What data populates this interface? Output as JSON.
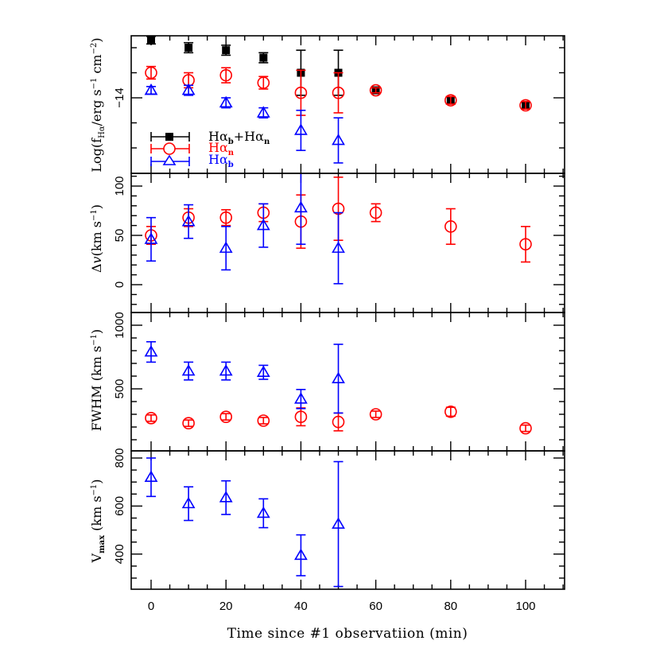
{
  "chart_data": {
    "type": "scatter",
    "layout": "4 vertically stacked panels sharing x-axis, error bars on all points",
    "xlabel": "Time since #1 observatiion (min)",
    "xlim": [
      -5,
      110
    ],
    "xticks": [
      0,
      20,
      40,
      60,
      80,
      100
    ],
    "colors": {
      "total": "#000000",
      "narrow": "#ff0000",
      "broad": "#0000ff"
    },
    "legend": {
      "position": "lower-left of top panel",
      "entries": [
        {
          "label": "Hα_b+Hα_n",
          "marker": "filled-square",
          "color": "#000000"
        },
        {
          "label": "Hα_n",
          "marker": "open-circle",
          "color": "#ff0000"
        },
        {
          "label": "Hα_b",
          "marker": "open-triangle",
          "color": "#0000ff"
        }
      ]
    },
    "panels": [
      {
        "id": "flux",
        "ylabel": "Log(f_Hα/erg s⁻¹ cm⁻²)",
        "ylim": [
          -14.3,
          -13.75
        ],
        "yticks_labeled": [
          -14
        ],
        "minor_step": 0.1,
        "series": [
          {
            "name": "Hα_b+Hα_n",
            "marker": "square",
            "color": "#000000",
            "x": [
              0,
              10,
              20,
              30,
              40,
              50,
              60,
              80,
              100
            ],
            "y": [
              -13.77,
              -13.8,
              -13.81,
              -13.84,
              -13.9,
              -13.9,
              -13.97,
              -14.01,
              -14.03
            ],
            "yerr": [
              0.015,
              0.02,
              0.02,
              0.02,
              0.09,
              0.09,
              0.01,
              0.015,
              0.015
            ]
          },
          {
            "name": "Hα_n",
            "marker": "circle",
            "color": "#ff0000",
            "x": [
              0,
              10,
              20,
              30,
              40,
              50,
              60,
              80,
              100
            ],
            "y": [
              -13.9,
              -13.93,
              -13.91,
              -13.94,
              -13.98,
              -13.98,
              -13.97,
              -14.01,
              -14.03
            ],
            "yerr": [
              0.025,
              0.03,
              0.03,
              0.025,
              0.09,
              0.08,
              0.01,
              0.015,
              0.015
            ]
          },
          {
            "name": "Hα_b",
            "marker": "triangle",
            "color": "#0000ff",
            "x": [
              0,
              10,
              20,
              30,
              40,
              50
            ],
            "y": [
              -13.97,
              -13.97,
              -14.02,
              -14.06,
              -14.13,
              -14.17
            ],
            "yerr": [
              0.015,
              0.02,
              0.02,
              0.02,
              0.08,
              0.09
            ]
          }
        ]
      },
      {
        "id": "delta_v",
        "ylabel": "Δv(km s⁻¹)",
        "ylim": [
          -28,
          113
        ],
        "yticks_labeled": [
          0,
          50,
          100
        ],
        "minor_step": 10,
        "series": [
          {
            "name": "Hα_n",
            "marker": "circle",
            "color": "#ff0000",
            "x": [
              0,
              10,
              20,
              30,
              40,
              50,
              60,
              80,
              100
            ],
            "y": [
              50,
              68,
              68,
              73,
              64,
              77,
              73,
              59,
              41
            ],
            "yerr": [
              9,
              9,
              8,
              9,
              27,
              32,
              9,
              18,
              18
            ]
          },
          {
            "name": "Hα_b",
            "marker": "triangle",
            "color": "#0000ff",
            "x": [
              0,
              10,
              20,
              30,
              40,
              50
            ],
            "y": [
              46,
              64,
              37,
              60,
              78,
              37
            ],
            "yerr": [
              22,
              17,
              22,
              22,
              37,
              36
            ]
          }
        ]
      },
      {
        "id": "fwhm",
        "ylabel": "FWHM (km s⁻¹)",
        "ylim": [
          0,
          1100
        ],
        "yticks_labeled": [
          500,
          1000
        ],
        "minor_step": 100,
        "series": [
          {
            "name": "Hα_n",
            "marker": "circle",
            "color": "#ff0000",
            "x": [
              0,
              10,
              20,
              30,
              40,
              50,
              60,
              80,
              100
            ],
            "y": [
              270,
              230,
              280,
              250,
              280,
              240,
              300,
              320,
              190
            ],
            "yerr": [
              25,
              25,
              25,
              25,
              70,
              70,
              25,
              35,
              25
            ]
          },
          {
            "name": "Hα_b",
            "marker": "triangle",
            "color": "#0000ff",
            "x": [
              0,
              10,
              20,
              30,
              40,
              50
            ],
            "y": [
              790,
              640,
              640,
              630,
              420,
              580
            ],
            "yerr": [
              80,
              70,
              70,
              55,
              75,
              270
            ]
          }
        ]
      },
      {
        "id": "vmax",
        "ylabel": "V_max (km s⁻¹)",
        "ylim": [
          255,
          830
        ],
        "yticks_labeled": [
          400,
          600,
          800
        ],
        "minor_step": 50,
        "series": [
          {
            "name": "Hα_b",
            "marker": "triangle",
            "color": "#0000ff",
            "x": [
              0,
              10,
              20,
              30,
              40,
              50
            ],
            "y": [
              720,
              610,
              635,
              570,
              395,
              525
            ],
            "yerr": [
              80,
              70,
              70,
              60,
              85,
              260
            ]
          }
        ]
      }
    ]
  },
  "labels": {
    "xlabel": "Time since #1 observatiion (min)",
    "xticks": [
      "0",
      "20",
      "40",
      "60",
      "80",
      "100"
    ],
    "panel1_y": "−14",
    "panel2_y": [
      "0",
      "50",
      "100"
    ],
    "panel3_y": [
      "500",
      "1000"
    ],
    "panel4_y": [
      "400",
      "600",
      "800"
    ]
  }
}
